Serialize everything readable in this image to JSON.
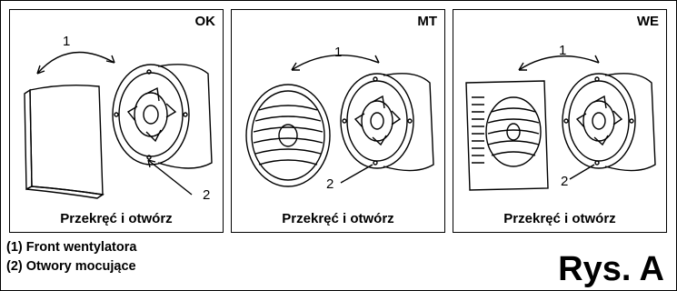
{
  "panels": [
    {
      "code": "OK",
      "caption": "Przekręć i otwórz",
      "arrow_label": "1",
      "hole_label": "2",
      "front_icon": "square-front-panel-icon"
    },
    {
      "code": "MT",
      "caption": "Przekręć i otwórz",
      "arrow_label": "1",
      "hole_label": "2",
      "front_icon": "round-grille-front-icon"
    },
    {
      "code": "WE",
      "caption": "Przekręć i otwórz",
      "arrow_label": "1",
      "hole_label": "2",
      "front_icon": "square-grille-front-icon"
    }
  ],
  "legend": [
    "(1) Front wentylatora",
    "(2) Otwory mocujące"
  ],
  "figure_label": "Rys. A"
}
